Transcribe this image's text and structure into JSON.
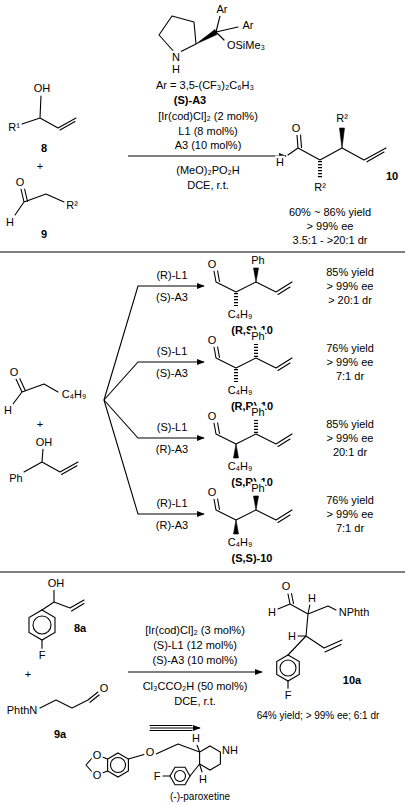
{
  "diagram": {
    "labels": [
      "Ar",
      "Ar",
      "OSiMe₃",
      "N",
      "H",
      "Ar = 3,5-(CF₃)₂C₆H₃",
      "(S)-A3",
      "[Ir(cod)Cl]₂ (2 mol%)",
      "L1 (8 mol%)",
      "A3 (10 mol%)",
      "(MeO)₂PO₂H",
      "DCE, r.t.",
      "OH",
      "R¹",
      "8",
      "+",
      "O",
      "H",
      "R²",
      "9",
      "O",
      "H",
      "R²",
      "R²",
      "10",
      "60% ~ 86% yield",
      "> 99% ee",
      "3.5:1 - >20:1 dr",
      "O",
      "H",
      "C₄H₉",
      "+",
      "OH",
      "Ph",
      "(R)-L1",
      "(S)-A3",
      "O",
      "Ph",
      "C₄H₉",
      "(R,S)-10",
      "85% yield",
      "> 99% ee",
      "> 20:1 dr",
      "(S)-L1",
      "(S)-A3",
      "O",
      "Ph",
      "C₄H₉",
      "(R,R)-10",
      "76% yield",
      "> 99% ee",
      "7:1 dr",
      "(S)-L1",
      "(R)-A3",
      "O",
      "Ph",
      "C₄H₉",
      "(S,R)-10",
      "85% yield",
      "> 99% ee",
      "20:1 dr",
      "(R)-L1",
      "(R)-A3",
      "O",
      "Ph",
      "C₄H₉",
      "(S,S)-10",
      "76% yield",
      "> 99% ee",
      "7:1 dr",
      "OH",
      "F",
      "8a",
      "+",
      "PhthN",
      "O",
      "9a",
      "[Ir(cod)Cl]₂ (3 mol%)",
      "(S)-L1 (12 mol%)",
      "(S)-A3 (10 mol%)",
      "Cl₃CCO₂H (50 mol%)",
      "DCE, r.t.",
      "O",
      "H",
      "H",
      "NPhth",
      "H",
      "F",
      "10a",
      "64% yield; > 99% ee; 6:1 dr",
      "O",
      "O",
      "O",
      "NH",
      "H",
      "H",
      "F",
      "(-)-paroxetine"
    ]
  }
}
